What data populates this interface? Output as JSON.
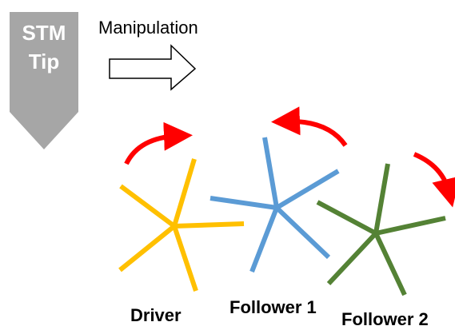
{
  "tip": {
    "line1": "STM",
    "line2": "Tip",
    "color": "#a6a6a6"
  },
  "manipulation": {
    "label": "Manipulation"
  },
  "molecules": [
    {
      "id": "driver",
      "label": "Driver",
      "color": "#ffc000"
    },
    {
      "id": "follower-1",
      "label": "Follower 1",
      "color": "#5b9bd5"
    },
    {
      "id": "follower-2",
      "label": "Follower 2",
      "color": "#548235"
    }
  ],
  "rotation_arrow_color": "#ff0000"
}
